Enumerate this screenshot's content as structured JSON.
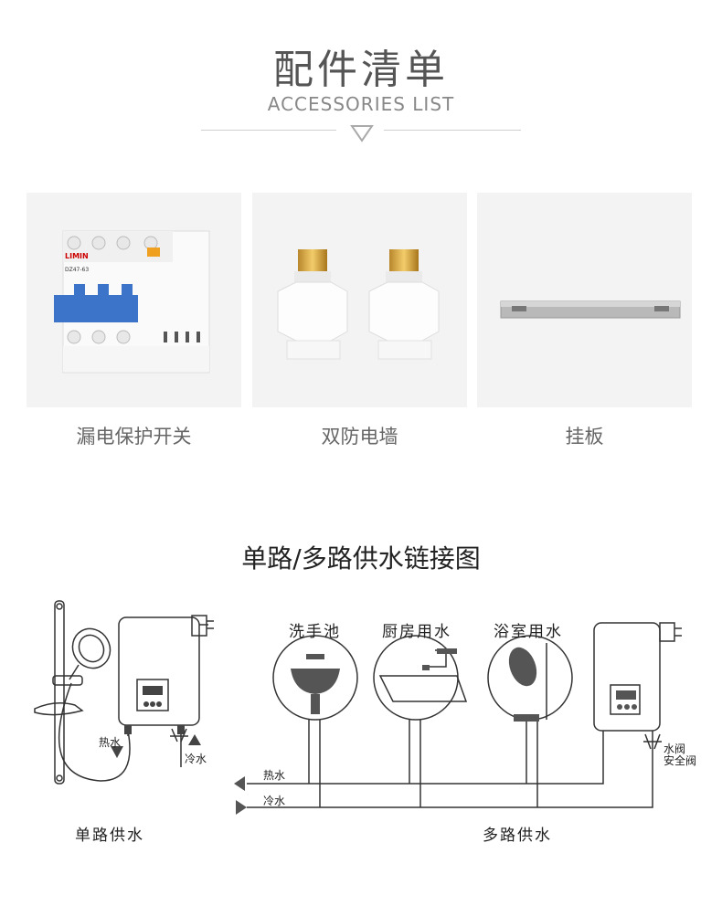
{
  "header": {
    "title_cn": "配件清单",
    "title_en": "ACCESSORIES LIST"
  },
  "accessories": [
    {
      "name": "漏电保护开关",
      "icon": "leakage-breaker-icon",
      "brand": "LIMIN",
      "model": "DZ47-63"
    },
    {
      "name": "双防电墙",
      "icon": "anti-shock-wall-icon"
    },
    {
      "name": "挂板",
      "icon": "mounting-plate-icon"
    }
  ],
  "diagram": {
    "title": "单路/多路供水链接图",
    "single_label": "单路供水",
    "multi_label": "多路供水",
    "hot_water": "热水",
    "cold_water": "冷水",
    "outlets": [
      "洗手池",
      "厨房用水",
      "浴室用水"
    ],
    "valve": "水阀",
    "safety_valve": "安全阀",
    "colors": {
      "line": "#333333",
      "fill": "#555555",
      "accent": "#e06a1e"
    }
  }
}
